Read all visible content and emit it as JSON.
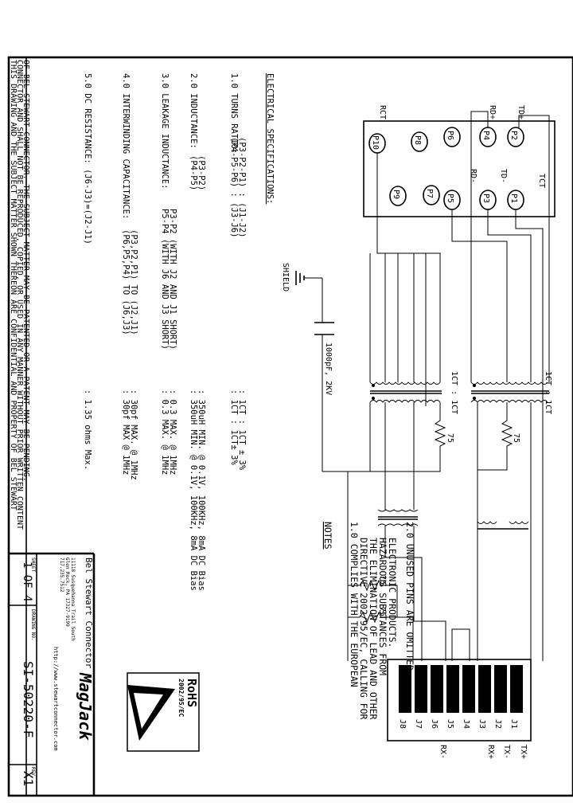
{
  "electrical": {
    "heading": "ELECTRICAL SPECIFICATIONS:",
    "turns_label": "1.0  TURNS RATIO:",
    "turns_line1": "(P4-P5-P6) : (J3-J6)",
    "turns_line2": "(P3-P2-P1) : (J1-J2)",
    "turns_val1": ": 1CT : 1CT± 3%",
    "turns_val2": ": 1CT : 1CT ± 3%",
    "ind_label": "2.0  INDUCTANCE:",
    "ind_line1": "(P4-P5)",
    "ind_line2": "(P3-P2)",
    "ind_val1": ": 350uH MIN. @ 0.1V, 100KHz, 8mA DC Bias",
    "ind_val2": ": 350uH MIN. @ 0.1V, 100KHz, 8mA DC Bias",
    "leak_label": "3.0  LEAKAGE INDUCTANCE:",
    "leak_line1": "P5-P4 (WITH J6 AND J3 SHORT)",
    "leak_line2": "P3-P2 (WITH J2 AND J1 SHORT)",
    "leak_val1": ": 0.3 MAX. @ 1MHz",
    "leak_val2": ": 0.3 MAX. @ 1MHz",
    "cap_label": "4.0  INTERWINDING CAPACITANCE:",
    "cap_line1": "(P6,P5,P4) TO (J6,J3)",
    "cap_line2": "(P3,P2,P1) TO (J2,J1)",
    "cap_val1": ": 30pf MAX @ 1MHz",
    "cap_val2": ": 30pf MAX. @ 1MHz",
    "dcr_label": "5.0  DC RESISTANCE: (J6-J3)=(J2-J1)",
    "dcr_val": ": 1.35 ohms Max."
  },
  "confidential": {
    "line1": "THIS DRAWING AND THE SUBJECT MATTER SHOWN THEREON ARE CONFIDENTIAL AND PROPERTY OF BEL STEWART",
    "line2": "CONNECTOR AND SHALL NOT BE REPRODUCED, COPIED, OR USED IN ANY MANNER WITHOUT PRIOR WRITTEN CONTENT",
    "line3": "OF BEL STEWART CONNECTOR. THE SUBJECT MATTER MAY BE PATENTED OR A PATENT MAY BE PENDING."
  },
  "notes": {
    "title": "NOTES",
    "n1_l1": "1.0 COMPLIES WITH THE EUROPEAN",
    "n1_l2": "DIRECTIVE 2002/95/EC, CALLING FOR",
    "n1_l3": "THE ELIMINATION OF LEAD AND OTHER",
    "n1_l4": "HAZARDOUS SUBSTANCES FROM",
    "n1_l5": "ELECTRONIC PRODUCTS.",
    "n2": "2.0 UNUSED PINS ARE OMITTED."
  },
  "schematic": {
    "pins_left": [
      "P2",
      "P4",
      "P6",
      "P8",
      "P10"
    ],
    "pins_right": [
      "P1",
      "P3",
      "P5",
      "P7",
      "P9"
    ],
    "tdp": "TD+",
    "rdp": "RD+",
    "rct": "RCT",
    "tct": "TCT",
    "tdm": "TD-",
    "rdm": "RD-",
    "shield": "SHIELD",
    "cap": "1000pF, 2KV",
    "ratio_top": "1CT : 1CT",
    "ratio_bot": "1CT : 1CT",
    "r75": "75",
    "jacks": [
      "J1",
      "J2",
      "J3",
      "J4",
      "J5",
      "J6",
      "J7",
      "J8"
    ],
    "txp": "TX+",
    "txm": "TX-",
    "rxp": "RX+",
    "rxm": "RX-"
  },
  "title_block": {
    "company": "Bel Stewart Connector",
    "addr1": "11118 Susquehanna Trail South",
    "addr2": "Glen Rock, PA 17327-9199",
    "phone": "717.235.7512",
    "url": "http://www.stewartconnector.com",
    "brand": "MagJack",
    "rohs": "RoHS",
    "rohs_sub": "2002/95/EC",
    "sheet_label": "SHEET",
    "sheet_val": "1  OF  4",
    "dwg_label": "DRAWING NO.",
    "dwg_val": "SI-50220-F",
    "rev_label": "REV.",
    "rev_val": "X1"
  }
}
